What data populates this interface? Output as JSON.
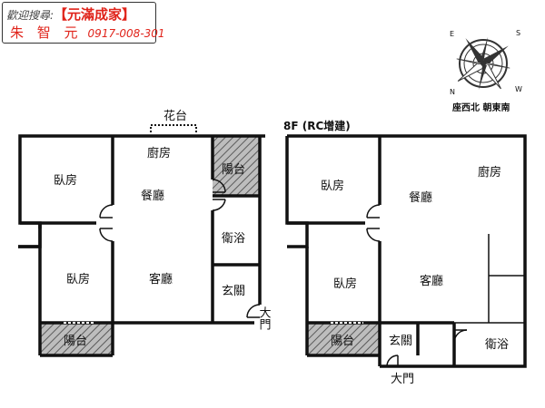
{
  "banner": {
    "search_text": "歡迎搜尋:",
    "brand": "【元滿成家】",
    "agent_name": "朱 智 元",
    "phone": "0917-008-301"
  },
  "compass": {
    "directions": [
      "N",
      "S",
      "E",
      "W"
    ],
    "orientation_text": "座西北  朝東南"
  },
  "left_plan": {
    "flower_terrace": "花台",
    "rooms": {
      "bedroom_top": "臥房",
      "kitchen": "廚房",
      "balcony_top": "陽台",
      "dining": "餐廳",
      "bathroom": "衛浴",
      "bedroom_bottom": "臥房",
      "living": "客廳",
      "foyer": "玄關",
      "main_door": "大門",
      "balcony_bottom": "陽台"
    }
  },
  "right_plan": {
    "title": "8F (RC增建)",
    "rooms": {
      "bedroom_top": "臥房",
      "dining": "餐廳",
      "kitchen": "廚房",
      "bedroom_bottom": "臥房",
      "living": "客廳",
      "balcony": "陽台",
      "foyer": "玄關",
      "bathroom": "衛浴",
      "main_door": "大門"
    }
  }
}
